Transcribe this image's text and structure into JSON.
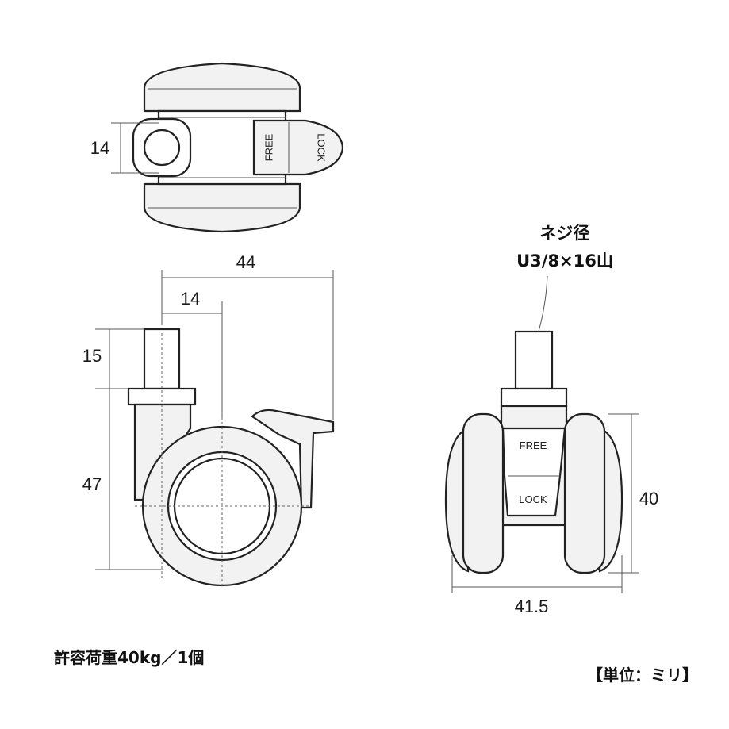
{
  "top_view": {
    "dim_height": "14",
    "label_free": "FREE",
    "label_lock": "LOCK"
  },
  "side_view": {
    "dim_width_total": "44",
    "dim_offset": "14",
    "dim_stem": "15",
    "dim_body": "47"
  },
  "front_view": {
    "thread_title": "ネジ径",
    "thread_spec": "U3/8×16山",
    "label_free": "FREE",
    "label_lock": "LOCK",
    "dim_height": "40",
    "dim_width": "41.5"
  },
  "notes": {
    "load": "許容荷重40kg／1個",
    "unit": "【単位：ミリ】"
  }
}
